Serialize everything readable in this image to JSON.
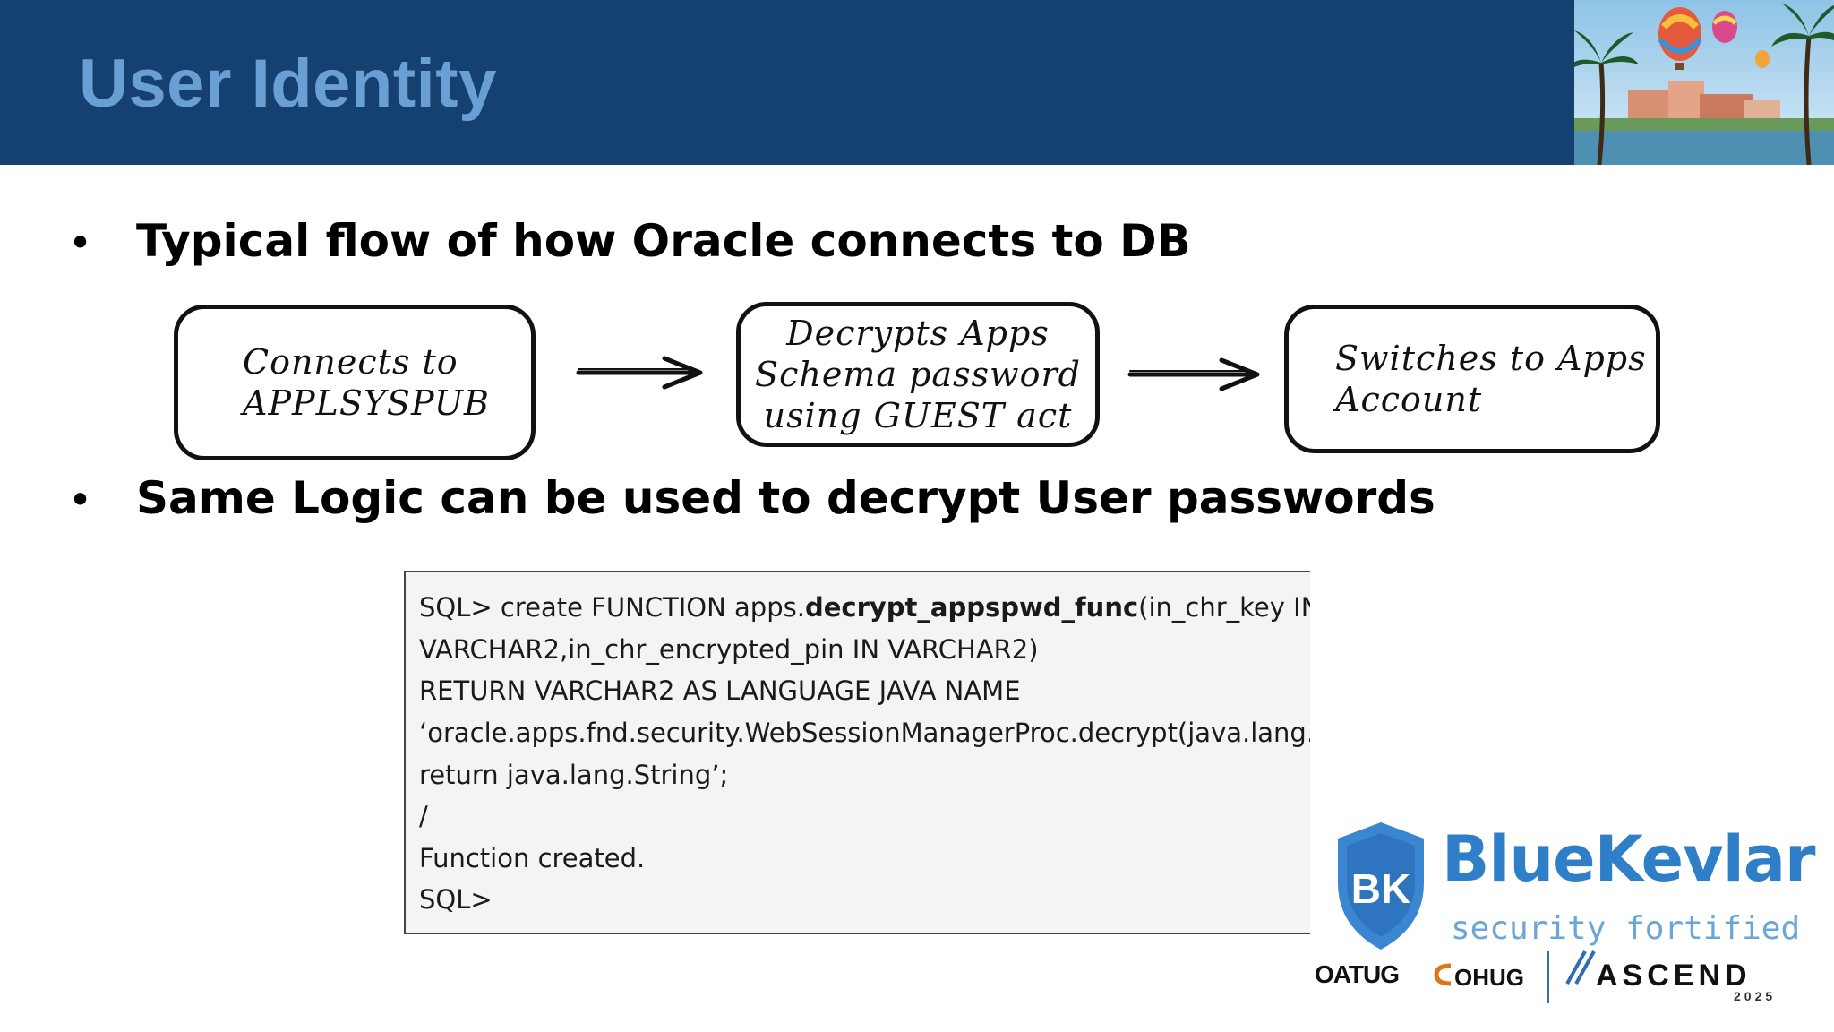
{
  "slide": {
    "title": "User Identity",
    "bullets": [
      "Typical flow of how Oracle connects to DB",
      "Same Logic can be used to decrypt User passwords"
    ]
  },
  "flow": {
    "steps": [
      {
        "lines": [
          "Connects to",
          "APPLSYSPUB"
        ]
      },
      {
        "lines": [
          "Decrypts Apps",
          "Schema password",
          "using GUEST act"
        ]
      },
      {
        "lines": [
          "Switches to Apps",
          "Account"
        ]
      }
    ]
  },
  "code": {
    "line1_prefix": "SQL> create FUNCTION apps.",
    "line1_bold": "decrypt_appspwd_func",
    "line1_suffix": "(in_chr_key IN",
    "lines": [
      "VARCHAR2,in_chr_encrypted_pin IN VARCHAR2)",
      "RETURN VARCHAR2 AS LANGUAGE JAVA NAME",
      "‘oracle.apps.fnd.security.WebSessionManagerProc.decrypt(java.lang.String",
      "return java.lang.String’;",
      "/",
      "Function created.",
      "SQL>"
    ]
  },
  "branding": {
    "shield_initials": "BK",
    "name": "BlueKevlar",
    "tagline": "security fortified",
    "sponsors": [
      "OATUG",
      "OHUG",
      "ASCEND",
      "2025"
    ]
  },
  "colors": {
    "header_bg": "#14416f",
    "title_color": "#6a9fd4",
    "brand_blue": "#2f7fc8"
  }
}
